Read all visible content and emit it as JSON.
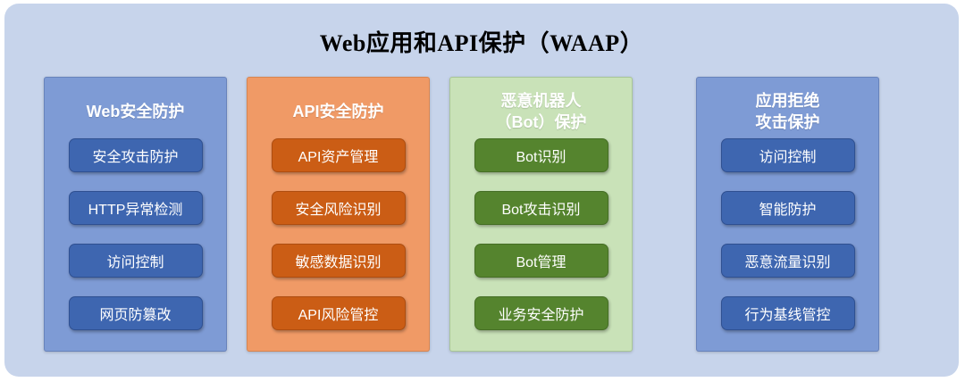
{
  "title": "Web应用和API保护（WAAP）",
  "columns": [
    {
      "id": "web-security",
      "header": "Web安全防护",
      "items": [
        "安全攻击防护",
        "HTTP异常检测",
        "访问控制",
        "网页防篡改"
      ]
    },
    {
      "id": "api-security",
      "header": "API安全防护",
      "items": [
        "API资产管理",
        "安全风险识别",
        "敏感数据识别",
        "API风险管控"
      ]
    },
    {
      "id": "bot-protection",
      "header": "恶意机器人\n（Bot）保护",
      "items": [
        "Bot识别",
        "Bot攻击识别",
        "Bot管理",
        "业务安全防护"
      ]
    },
    {
      "id": "app-dos-protection",
      "header": "应用拒绝\n攻击保护",
      "items": [
        "访问控制",
        "智能防护",
        "恶意流量识别",
        "行为基线管控"
      ]
    }
  ],
  "colors": {
    "canvas-bg": "#c7d4eb",
    "title-text": "#000000",
    "blue-column-bg": "#7e9bd5",
    "blue-item-bg": "#3e66b0",
    "orange-column-bg": "#f09a66",
    "orange-item-bg": "#cb5d15",
    "green-column-bg": "#c9e2b8",
    "green-item-bg": "#55842e",
    "item-text": "#ffffff"
  }
}
